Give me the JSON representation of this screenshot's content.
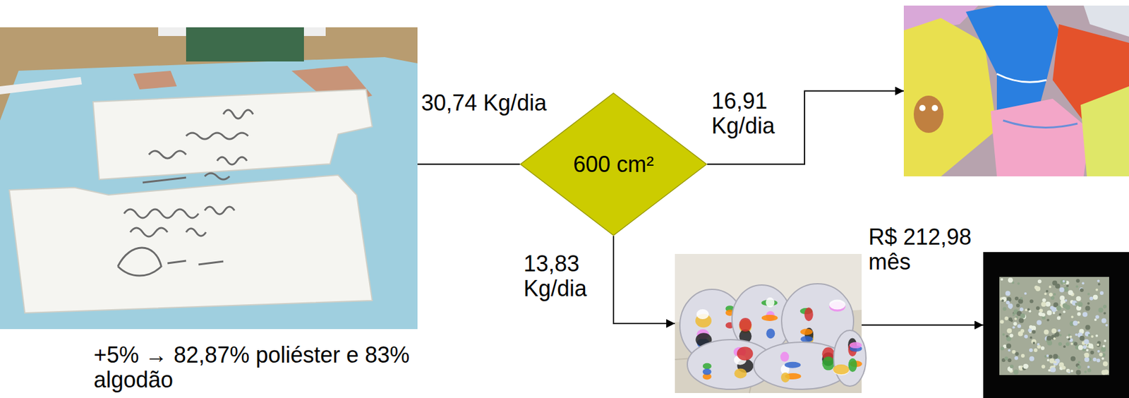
{
  "diagram": {
    "nodes": [
      {
        "text": [
          "+5% → 82,87% poliéster e 83% algodão"
        ]
      },
      {
        "text": [
          "600 cm²"
        ]
      },
      {
        "text": []
      },
      {
        "text": []
      },
      {
        "text": []
      }
    ],
    "edges": [
      {
        "from": 0,
        "to": 1,
        "arrow": "none",
        "label": "30,74 Kg/dia"
      },
      {
        "from": 1,
        "to": 2,
        "arrow": "to",
        "label": "16,91 Kg/dia"
      },
      {
        "from": 1,
        "to": 3,
        "arrow": "to",
        "label": "13,83 Kg/dia"
      },
      {
        "from": 3,
        "to": 4,
        "arrow": "to",
        "label": "R$ 212,98 mês"
      }
    ]
  }
}
